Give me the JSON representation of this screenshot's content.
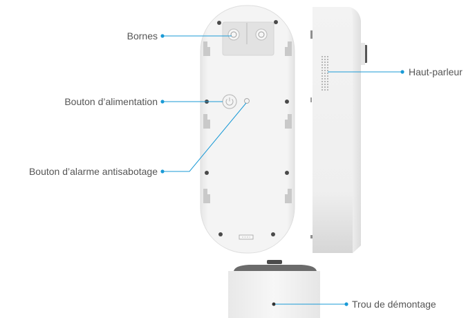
{
  "accent_color": "#1a9ad6",
  "labels": {
    "terminals": "Bornes",
    "power_button": "Bouton d’alimentation",
    "tamper_button": "Bouton d’alarme antisabotage",
    "speaker": "Haut-parleur",
    "removal_hole": "Trou de démontage"
  },
  "views": {
    "back": "back-view",
    "side": "side-view",
    "bottom": "bottom-view"
  }
}
